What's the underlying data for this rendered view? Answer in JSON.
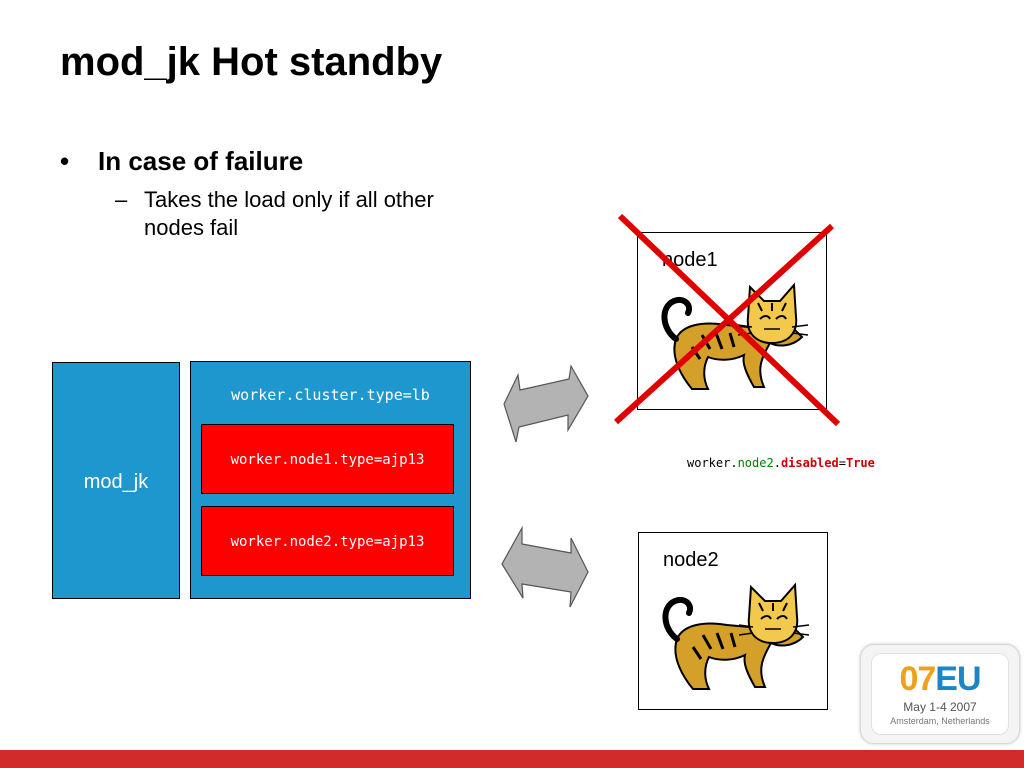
{
  "slide": {
    "title": "mod_jk Hot standby",
    "bullet": "In case of failure",
    "bullet_marker": "•",
    "sub_dash": "–",
    "sub_bullet": "Takes the load only if all other nodes fail"
  },
  "diagram": {
    "modjk_label": "mod_jk",
    "cluster_label": "worker.cluster.type=lb",
    "worker1_label": "worker.node1.type=ajp13",
    "worker2_label": "worker.node2.type=ajp13",
    "node1_label": "node1",
    "node2_label": "node2",
    "disabled_prefix": "worker.",
    "disabled_node": "node2",
    "disabled_dot": ".",
    "disabled_key": "disabled",
    "disabled_eq": "=",
    "disabled_value": "True",
    "node1_status": "failed"
  },
  "logo": {
    "year": "07",
    "region": "EU",
    "date": "May 1-4 2007",
    "place": "Amsterdam, Netherlands"
  },
  "colors": {
    "box_blue": "#1e97cf",
    "worker_red": "#ff0000",
    "cross_red": "#e00000",
    "footer_red": "#d22b2b",
    "arrow_gray": "#b3b3b3",
    "green_text": "#008000"
  }
}
